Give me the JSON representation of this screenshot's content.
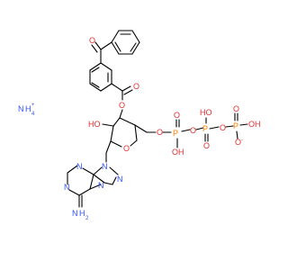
{
  "colors": {
    "carbon": "#000000",
    "oxygen": "#e03030",
    "nitrogen": "#3050f8",
    "phosphorus": "#ff8000"
  },
  "ammonium": {
    "N": "N",
    "H": "H",
    "sub4": "4",
    "charge": "+"
  },
  "labels": {
    "ketone_O": "O",
    "ester_O1": "O",
    "ester_O2": "O",
    "ring_O": "O",
    "hydroxyl": "HO",
    "CH2O": "O",
    "P1": "P",
    "P2": "P",
    "P3": "P",
    "P1_O_top": "O",
    "P1_OH": "OH",
    "bridge_O1": "O",
    "P2_HO": "HO",
    "P2_O_bottom": "O",
    "bridge_O2": "O",
    "P3_O_top": "O",
    "P3_OH": "OH",
    "P3_Ominus": "O",
    "minus": "-",
    "N_top": "N",
    "N_left": "N",
    "N_glyco": "N",
    "N_right": "N",
    "NH2_N": "N",
    "NH2_H": "H",
    "NH2_sub": "2",
    "N_bottom": "N"
  }
}
